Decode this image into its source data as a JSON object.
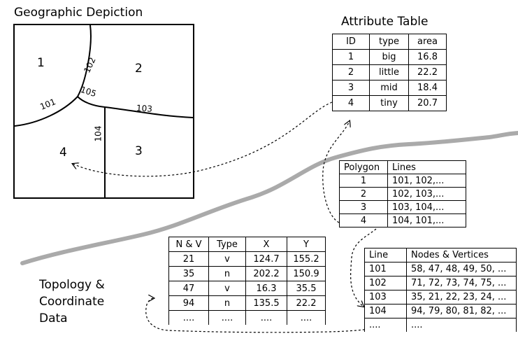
{
  "titles": {
    "geographic": "Geographic Depiction",
    "attribute": "Attribute Table",
    "topology_line1": "Topology &",
    "topology_line2": "Coordinate",
    "topology_line3": "Data"
  },
  "map": {
    "polygons": [
      "1",
      "2",
      "3",
      "4"
    ],
    "lines": [
      "101",
      "102",
      "103",
      "104",
      "105"
    ]
  },
  "attribute_table": {
    "headers": [
      "ID",
      "type",
      "area"
    ],
    "rows": [
      [
        "1",
        "big",
        "16.8"
      ],
      [
        "2",
        "little",
        "22.2"
      ],
      [
        "3",
        "mid",
        "18.4"
      ],
      [
        "4",
        "tiny",
        "20.7"
      ]
    ]
  },
  "polygon_table": {
    "headers": [
      "Polygon",
      "Lines"
    ],
    "rows": [
      [
        "1",
        "101, 102,..."
      ],
      [
        "2",
        "102, 103,..."
      ],
      [
        "3",
        "103, 104,..."
      ],
      [
        "4",
        "104, 101,..."
      ]
    ]
  },
  "nodes_table": {
    "headers": [
      "N & V",
      "Type",
      "X",
      "Y"
    ],
    "rows": [
      [
        "21",
        "v",
        "124.7",
        "155.2"
      ],
      [
        "35",
        "n",
        "202.2",
        "150.9"
      ],
      [
        "47",
        "v",
        "16.3",
        "35.5"
      ],
      [
        "94",
        "n",
        "135.5",
        "22.2"
      ],
      [
        "....",
        "....",
        "....",
        "...."
      ]
    ]
  },
  "lines_table": {
    "headers": [
      "Line",
      "Nodes & Vertices"
    ],
    "rows": [
      [
        "101",
        "58, 47, 48, 49, 50, ..."
      ],
      [
        "102",
        "71, 72, 73, 74, 75, ..."
      ],
      [
        "103",
        "35, 21, 22, 23, 24, ..."
      ],
      [
        "104",
        "94, 79, 80, 81, 82, ..."
      ],
      [
        "....",
        "...."
      ]
    ]
  },
  "colors": {
    "ink": "#000000",
    "divider_stroke": "#aaaaaa"
  }
}
